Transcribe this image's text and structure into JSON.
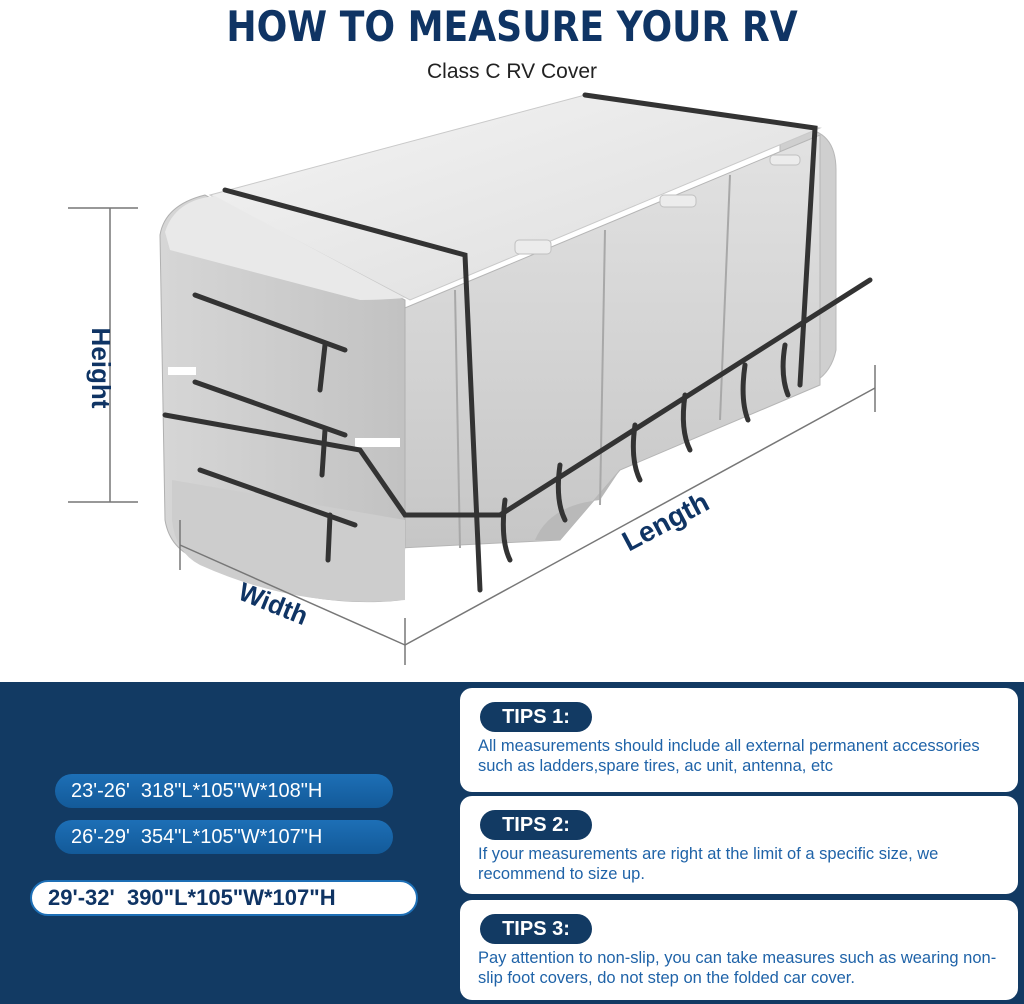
{
  "header": {
    "title": "HOW TO MEASURE YOUR RV",
    "subtitle": "Class C RV Cover"
  },
  "dimensions": {
    "height_label": "Height",
    "width_label": "Width",
    "length_label": "Length"
  },
  "sizes": [
    {
      "label": "23'-26'  318\"L*105\"W*108\"H",
      "selected": false
    },
    {
      "label": "26'-29'  354\"L*105\"W*107\"H",
      "selected": false
    },
    {
      "label": "29'-32'  390\"L*105\"W*107\"H",
      "selected": true
    }
  ],
  "tips": [
    {
      "title": "TIPS 1:",
      "text": "All measurements should include all external permanent accessories such as ladders,spare tires, ac unit, antenna, etc"
    },
    {
      "title": "TIPS 2:",
      "text": "If your measurements are right at the limit of a specific size, we recommend to size up."
    },
    {
      "title": "TIPS 3:",
      "text": "Pay attention to non-slip, you can take measures such as wearing non-slip foot covers, do not step on the folded car cover."
    }
  ],
  "colors": {
    "navy": "#0f3464",
    "panel": "#123a63",
    "accent": "#1d6fb6",
    "tip_text": "#1f63a8"
  }
}
